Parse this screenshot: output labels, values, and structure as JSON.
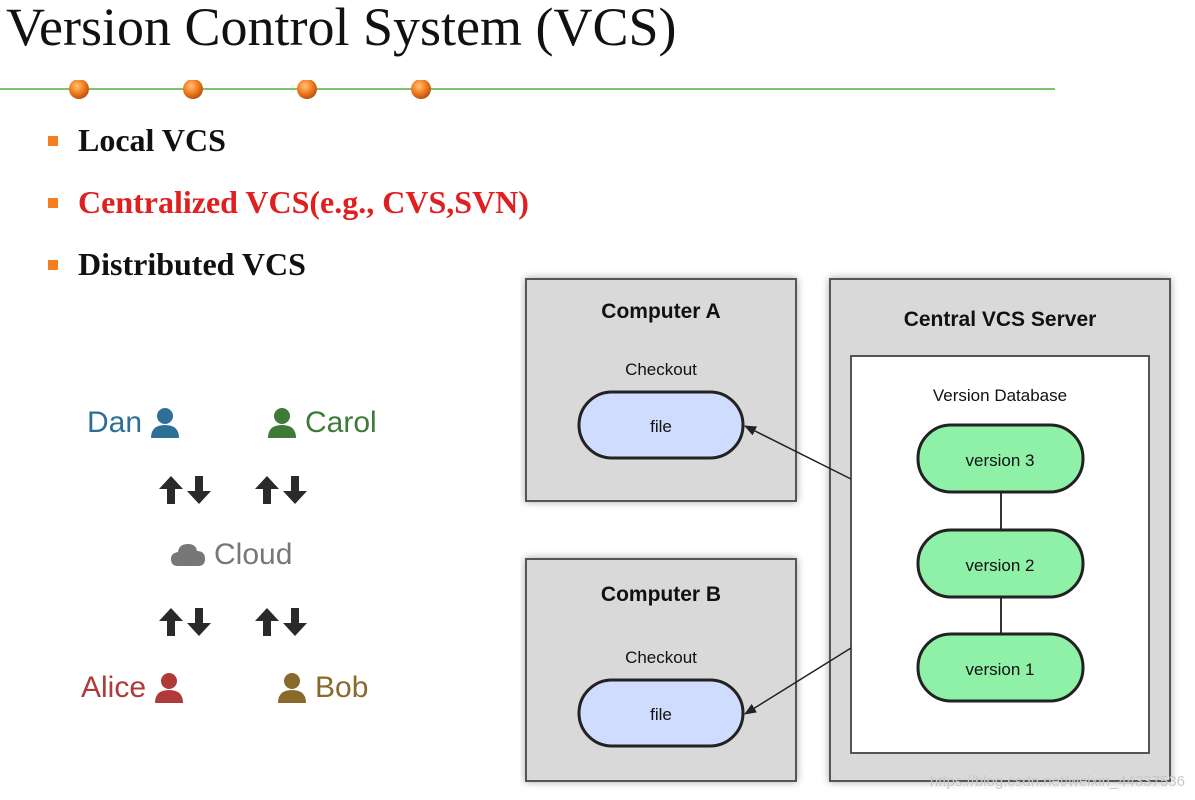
{
  "title": "Version Control System (VCS)",
  "bullets": [
    {
      "label": "Local VCS",
      "color": "#111111"
    },
    {
      "label": "Centralized VCS(e.g., CVS,SVN)",
      "color": "#e02020"
    },
    {
      "label": "Distributed VCS",
      "color": "#111111"
    }
  ],
  "network": {
    "dan": {
      "name": "Dan",
      "color": "#2e6f96"
    },
    "carol": {
      "name": "Carol",
      "color": "#3e7a38"
    },
    "cloud": {
      "name": "Cloud",
      "color": "#777777"
    },
    "alice": {
      "name": "Alice",
      "color": "#b03a3a"
    },
    "bob": {
      "name": "Bob",
      "color": "#8a6a2c"
    }
  },
  "diagram": {
    "computer_a": {
      "title": "Computer A",
      "checkout": "Checkout",
      "file": "file"
    },
    "computer_b": {
      "title": "Computer B",
      "checkout": "Checkout",
      "file": "file"
    },
    "server": {
      "title": "Central VCS Server",
      "database": "Version Database",
      "versions": [
        "version 3",
        "version 2",
        "version 1"
      ]
    }
  },
  "watermark": "https://blog.csdn.net/weixin_44337536",
  "colors": {
    "accent_dot": "#f47e20",
    "divider": "#7cc46a",
    "file_fill": "#cfdcff",
    "version_fill": "#8ff0a8"
  }
}
